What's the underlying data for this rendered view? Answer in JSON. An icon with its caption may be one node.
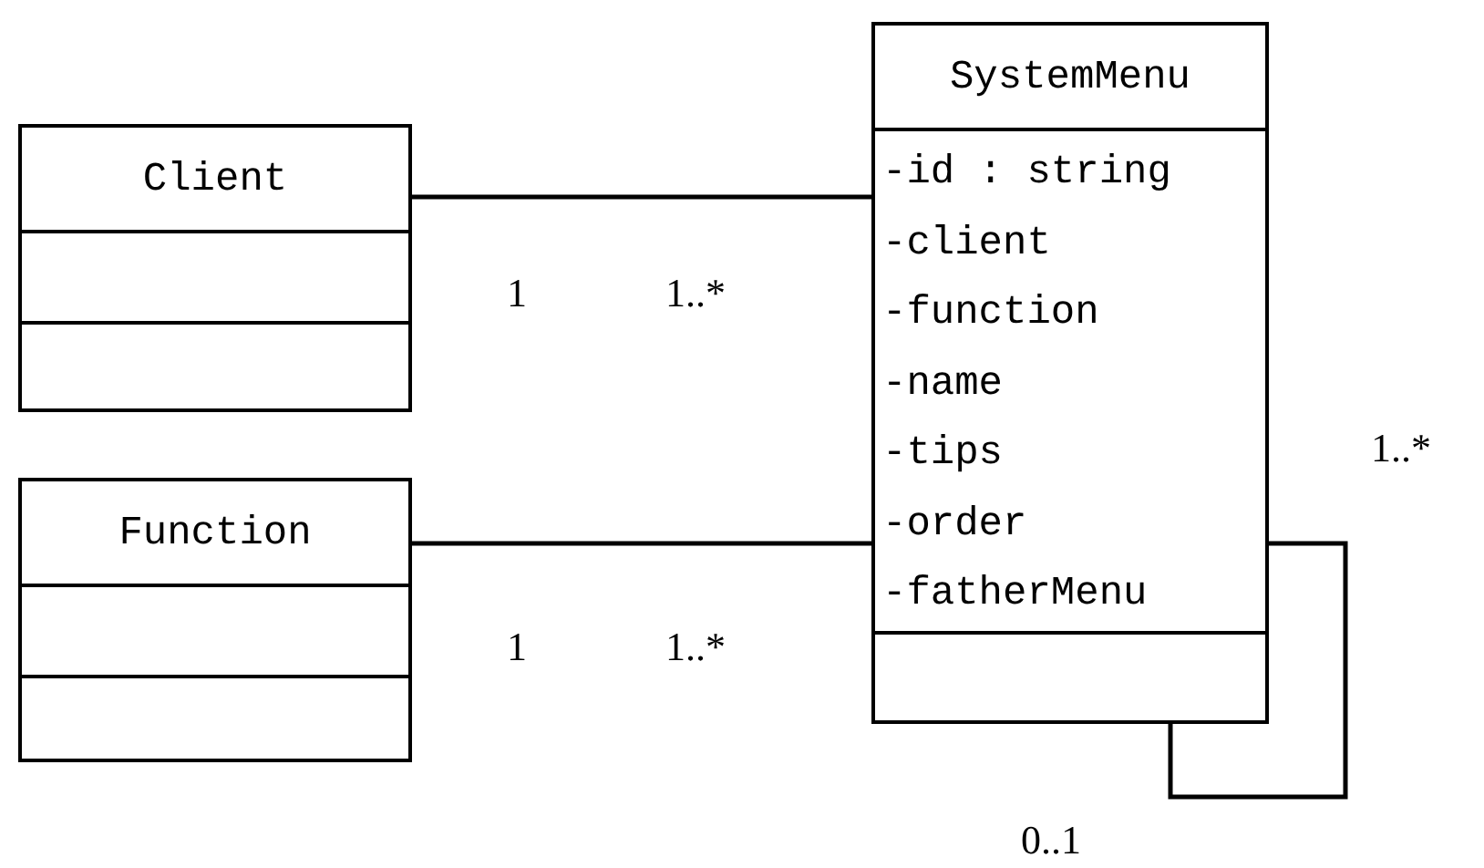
{
  "diagram": {
    "nodes": [
      {
        "text": [
          "Client"
        ]
      },
      {
        "text": [
          "Function"
        ]
      },
      {
        "text": [
          "SystemMenu",
          "-id : string",
          "-client",
          "-function",
          "-name",
          "-tips",
          "-order",
          "-fatherMenu"
        ]
      }
    ],
    "edges": [
      {
        "from": 0,
        "to": 2,
        "arrow": "none"
      },
      {
        "from": 1,
        "to": 2,
        "arrow": "none"
      },
      {
        "from": 2,
        "to": 2,
        "arrow": "none"
      }
    ],
    "labels": [
      "1",
      "1..*",
      "1..*",
      "1",
      "1..*",
      "0..1"
    ]
  }
}
